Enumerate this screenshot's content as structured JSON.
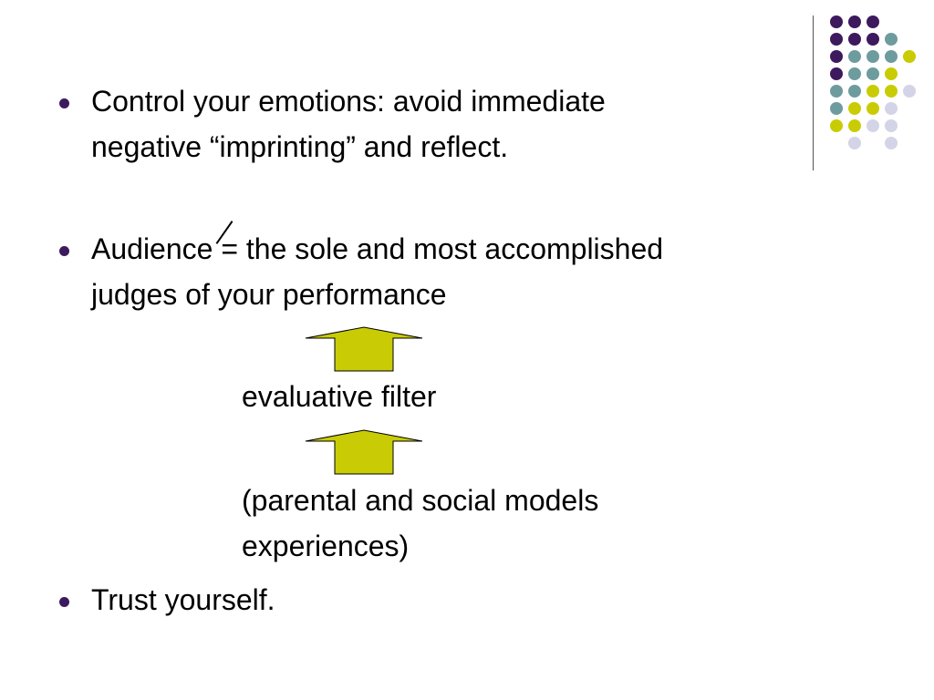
{
  "colors": {
    "bullet": "#3d1a5e",
    "dot_purple": "#3d1a5e",
    "dot_teal": "#6e9c9e",
    "dot_yellow": "#c9cc05",
    "dot_lavender": "#d4d4e8",
    "arrow_fill": "#c9cc05",
    "arrow_stroke": "#000000"
  },
  "bullets": [
    {
      "line1": "Control your emotions: avoid immediate",
      "line2": "negative “imprinting” and reflect."
    },
    {
      "line1_pre": "Audience ",
      "line1_sym": "=",
      "line1_post": " the sole and most accomplished",
      "line2": "judges of your performance"
    },
    {
      "line1": "Trust yourself."
    }
  ],
  "diagram": {
    "filter_label": "evaluative filter",
    "source_line1": "(parental and social models",
    "source_line2": "experiences)"
  },
  "icons": {
    "arrow": "up-arrow-icon",
    "bullet": "bullet-dot-icon"
  }
}
